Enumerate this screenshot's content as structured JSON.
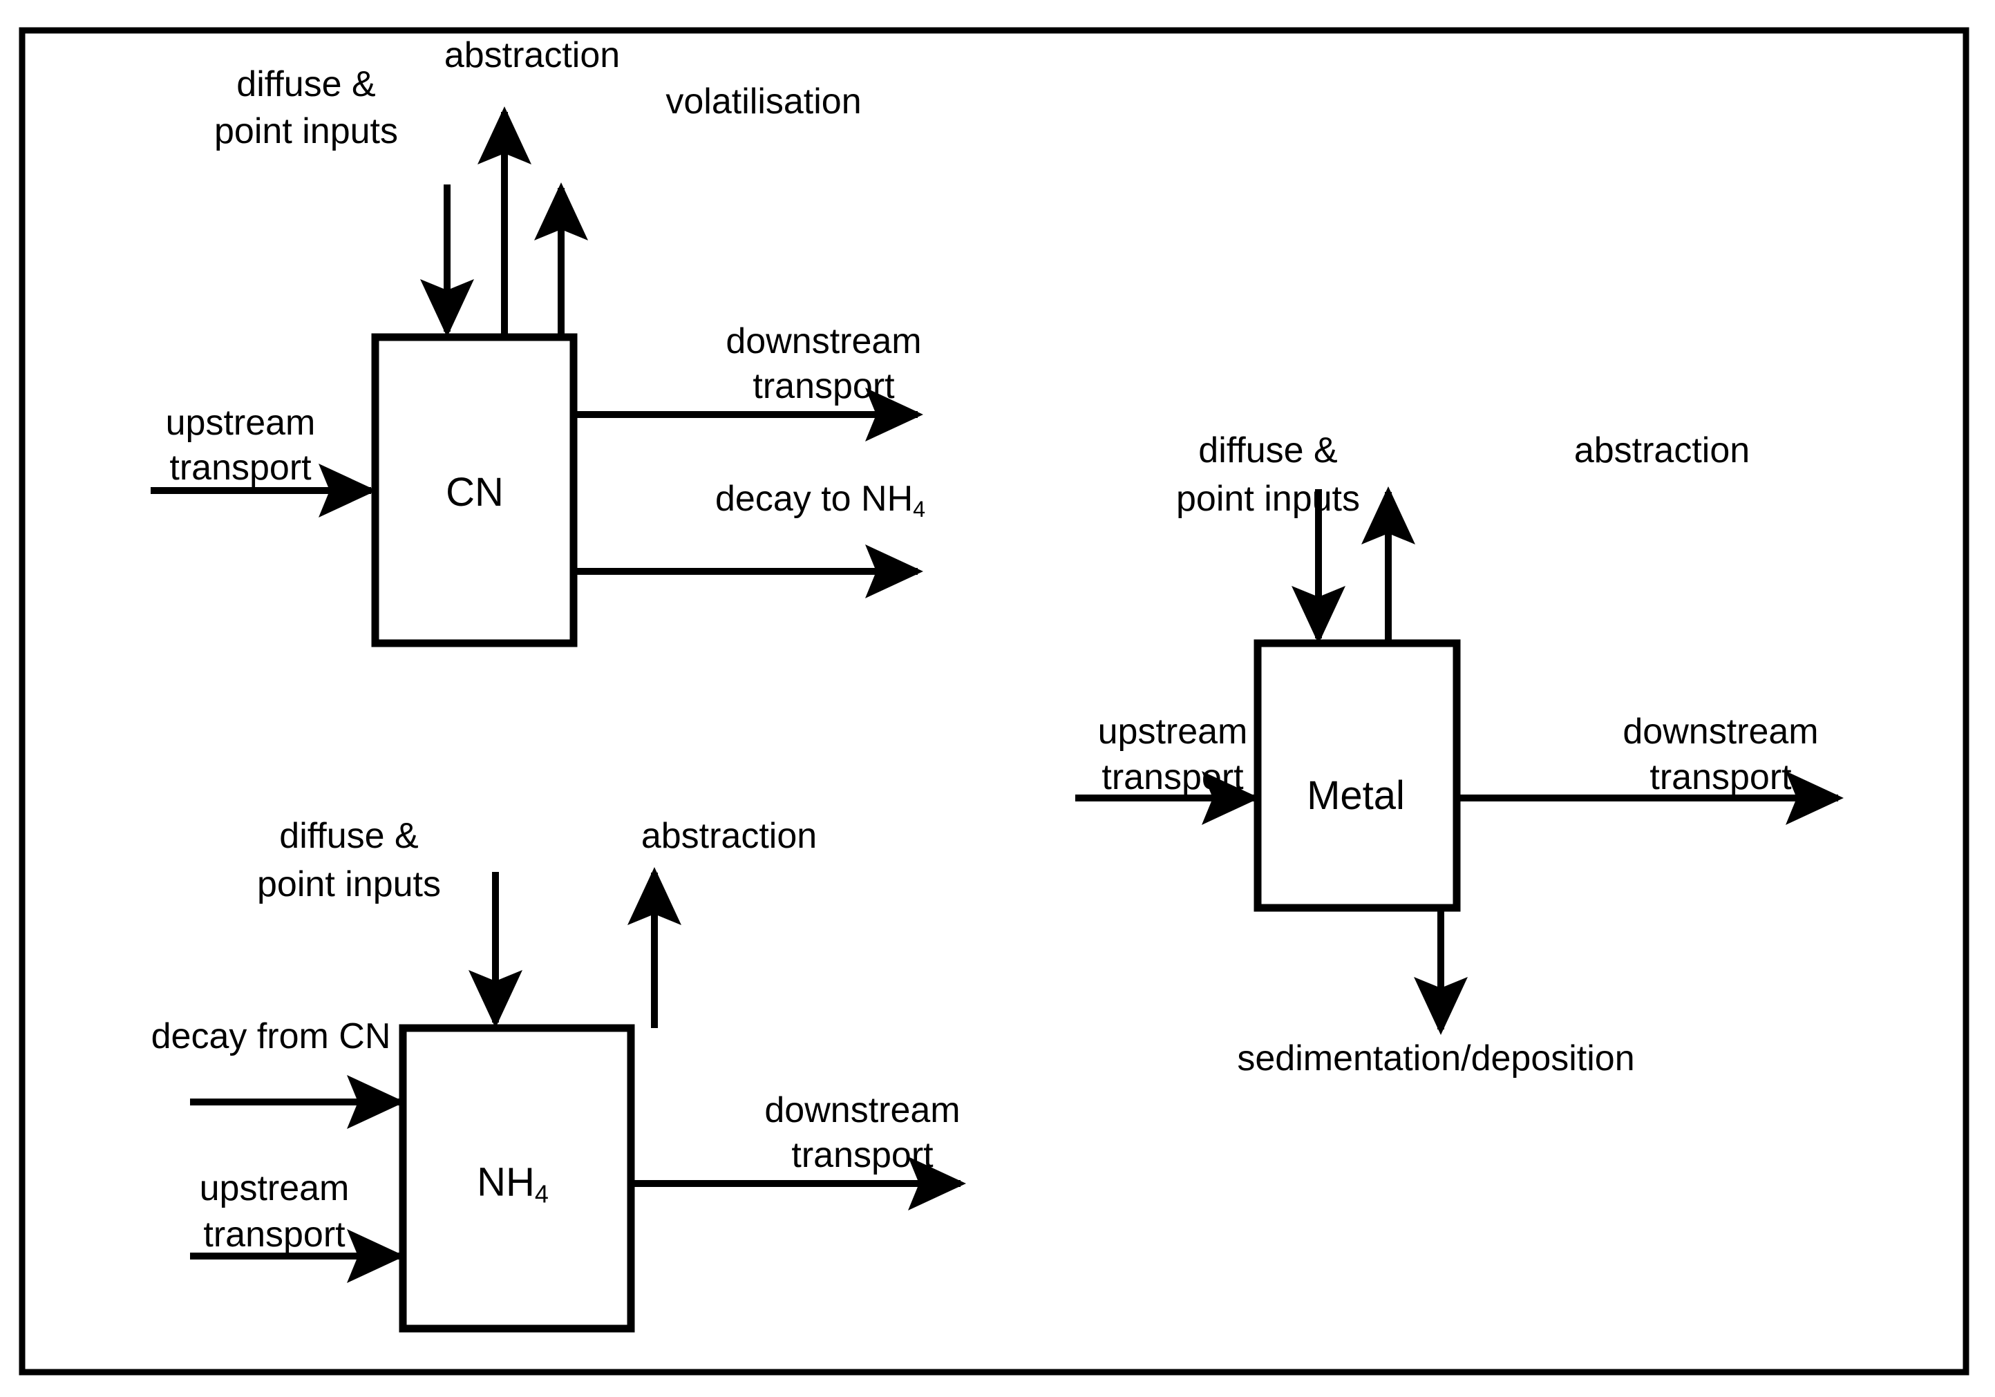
{
  "diagram": {
    "title": "",
    "line_color": "#000000",
    "background": "#ffffff",
    "outer_frame": true,
    "compartments": [
      {
        "id": "CN",
        "label": "CN",
        "inputs_top": [
          "diffuse & point inputs"
        ],
        "outputs_top": [
          "abstraction",
          "volatilisation"
        ],
        "inputs_left": [
          "upstream transport"
        ],
        "outputs_right": [
          "downstream transport",
          "decay to NH4"
        ],
        "outputs_bottom": []
      },
      {
        "id": "NH4",
        "label": "NH4",
        "inputs_top": [
          "diffuse & point inputs"
        ],
        "outputs_top": [
          "abstraction"
        ],
        "inputs_left": [
          "decay from CN",
          "upstream transport"
        ],
        "outputs_right": [
          "downstream transport"
        ],
        "outputs_bottom": []
      },
      {
        "id": "Metal",
        "label": "Metal",
        "inputs_top": [
          "diffuse & point inputs"
        ],
        "outputs_top": [
          "abstraction"
        ],
        "inputs_left": [
          "upstream transport"
        ],
        "outputs_right": [
          "downstream transport"
        ],
        "outputs_bottom": [
          "sedimentation/deposition"
        ]
      }
    ]
  },
  "cn": {
    "box_label": "CN",
    "abstraction": "abstraction",
    "volatilisation": "volatilisation",
    "diffuse_line1": "diffuse &",
    "diffuse_line2": "point inputs",
    "upstream_line1": "upstream",
    "upstream_line2": "transport",
    "downstream_line1": "downstream",
    "downstream_line2": "transport",
    "decay_prefix": "decay to NH",
    "decay_sub": "4"
  },
  "nh4": {
    "box_label_prefix": "NH",
    "box_label_sub": "4",
    "abstraction": "abstraction",
    "diffuse_line1": "diffuse &",
    "diffuse_line2": "point inputs",
    "decay_from": "decay from CN",
    "upstream_line1": "upstream",
    "upstream_line2": "transport",
    "downstream_line1": "downstream",
    "downstream_line2": "transport"
  },
  "metal": {
    "box_label": "Metal",
    "abstraction": "abstraction",
    "diffuse_line1": "diffuse &",
    "diffuse_line2": "point inputs",
    "upstream_line1": "upstream",
    "upstream_line2": "transport",
    "downstream_line1": "downstream",
    "downstream_line2": "transport",
    "sedimentation": "sedimentation/deposition"
  }
}
